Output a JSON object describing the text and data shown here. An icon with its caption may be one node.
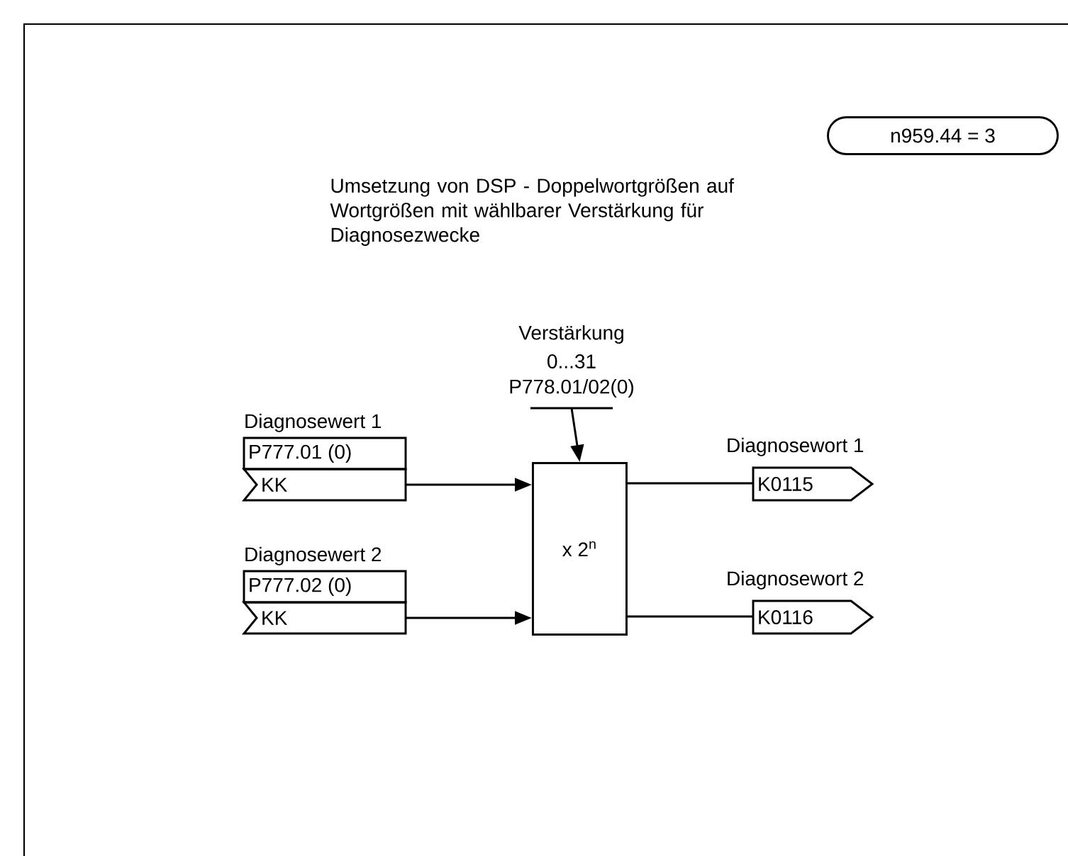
{
  "diagram": {
    "nodes": [
      {
        "text": [
          "Diagnosewert 1",
          "P777.01 (0)",
          "KK"
        ]
      },
      {
        "text": [
          "Diagnosewert 2",
          "P777.02 (0)",
          "KK"
        ]
      },
      {
        "text": [
          "x 2$^{n}$"
        ]
      },
      {
        "text": [
          "Diagnosewort 1",
          "K0115"
        ]
      },
      {
        "text": [
          "Diagnosewort 2",
          "K0116"
        ]
      },
      {
        "text": [
          "Verstärkung",
          "0...31",
          "P778.01/02(0)"
        ]
      },
      {
        "text": [
          "n959.44 = 3"
        ]
      }
    ],
    "edges": [
      {
        "from": 0,
        "to": 2,
        "arrow": "to"
      },
      {
        "from": 1,
        "to": 2,
        "arrow": "to"
      },
      {
        "from": 5,
        "to": 2,
        "arrow": "to"
      },
      {
        "from": 2,
        "to": 3,
        "arrow": "none"
      },
      {
        "from": 2,
        "to": 4,
        "arrow": "none"
      }
    ],
    "labels": [
      "Umsetzung von DSP - Doppelwortgrößen auf Wortgrößen mit wählbarer Verstärkung für Diagnosezwecke"
    ]
  }
}
